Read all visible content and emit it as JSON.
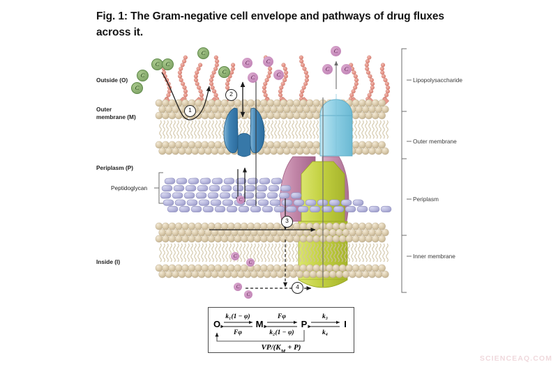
{
  "figure": {
    "title": "Fig. 1: The Gram-negative cell envelope and pathways of drug fluxes across it.",
    "watermark": "SCIENCEAQ.COM"
  },
  "left_labels": [
    {
      "id": "outside",
      "text": "Outside (O)"
    },
    {
      "id": "outer-membrane",
      "text": "Outer\nmembrane (M)"
    },
    {
      "id": "periplasm",
      "text": "Periplasm (P)"
    },
    {
      "id": "peptidoglycan",
      "text": "Peptidoglycan"
    },
    {
      "id": "inside",
      "text": "Inside (I)"
    }
  ],
  "right_labels": [
    {
      "id": "lipopolysaccharide",
      "text": "Lipopolysaccharide"
    },
    {
      "id": "outer-membrane",
      "text": "Outer membrane"
    },
    {
      "id": "periplasm",
      "text": "Periplasm"
    },
    {
      "id": "inner-membrane",
      "text": "Inner membrane"
    }
  ],
  "pathway_markers": [
    {
      "id": "1",
      "label": "1",
      "description": "diffusion across lipopolysaccharide / outer membrane bilayer"
    },
    {
      "id": "2",
      "label": "2",
      "description": "porin-mediated influx through outer membrane"
    },
    {
      "id": "3",
      "label": "3",
      "description": "flux across the inner membrane"
    },
    {
      "id": "4",
      "label": "4",
      "description": "efflux pump extrusion from inside"
    }
  ],
  "molecules": {
    "symbol": "C",
    "outside_color": "#8db073",
    "inside_color": "#c98fbe"
  },
  "structures": [
    {
      "id": "lps-chain",
      "name": "Lipopolysaccharide O-antigen chain",
      "color": "#e8998f"
    },
    {
      "id": "porin",
      "name": "Porin",
      "color": "#3f83b5"
    },
    {
      "id": "outer-channel",
      "name": "Outer membrane channel",
      "color": "#8ecfe4"
    },
    {
      "id": "adaptor-protein",
      "name": "Periplasmic adaptor protein",
      "color": "#c084a6"
    },
    {
      "id": "rnd-transporter",
      "name": "RND efflux transporter",
      "color": "#c3d142"
    },
    {
      "id": "peptidoglycan",
      "name": "Peptidoglycan mesh",
      "color": "#b6b6dd"
    },
    {
      "id": "bilayer-head",
      "name": "Phospholipid head group",
      "color": "#ddd0b4"
    }
  ],
  "equation": {
    "compartments": [
      "O",
      "M",
      "P",
      "I"
    ],
    "forward_rates": [
      "k₁(1 − φ)",
      "Fφ",
      "k₃"
    ],
    "reverse_rates": [
      "Fφ",
      "k₂(1 − φ)",
      "k₄"
    ],
    "efflux_term": "VP/(K_M + P)",
    "efflux_display": "VP/(K",
    "efflux_sub": "M",
    "efflux_tail": " + P)"
  }
}
